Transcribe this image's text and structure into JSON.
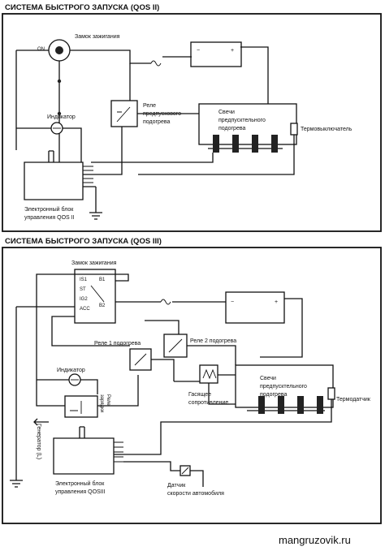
{
  "diagram1": {
    "title": "СИСТЕМА БЫСТРОГО ЗАПУСКА (QOS II)",
    "ignition_switch": "Замок зажигания",
    "on_label": "ON",
    "indicator": "Индикатор",
    "relay_line1": "Реле",
    "relay_line2": "предпускового",
    "relay_line3": "подогрева",
    "plugs_line1": "Свечи",
    "plugs_line2": "предпусктельного",
    "plugs_line3": "подогрева",
    "thermoswitch": "Термовыключатель",
    "ecu_line1": "Электронный блок",
    "ecu_line2": "управления QOS II"
  },
  "diagram2": {
    "title": "СИСТЕМА БЫСТРОГО ЗАПУСКА (QOS III)",
    "ignition_switch": "Замок зажигания",
    "term_is1": "IS1",
    "term_b1": "B1",
    "term_st": "ST",
    "term_ig2": "IG2",
    "term_b2": "B2",
    "term_acc": "ACC",
    "relay1": "Реле 1 подогрева",
    "relay2": "Реле 2 подогрева",
    "indicator": "Индикатор",
    "fuse_line1": "Реле",
    "fuse_line2": "зарядки",
    "generator": "Генератор (L)",
    "resistor_line1": "Гасящее",
    "resistor_line2": "сопротивление",
    "plugs_line1": "Свечи",
    "plugs_line2": "предпусктельного",
    "plugs_line3": "подогрева",
    "thermosensor": "Термодатчик",
    "ecu_line1": "Электронный блок",
    "ecu_line2": "управления QOSIII",
    "speed_line1": "Датчик",
    "speed_line2": "скорости автомобиля"
  },
  "watermark": "mangruzovik.ru"
}
